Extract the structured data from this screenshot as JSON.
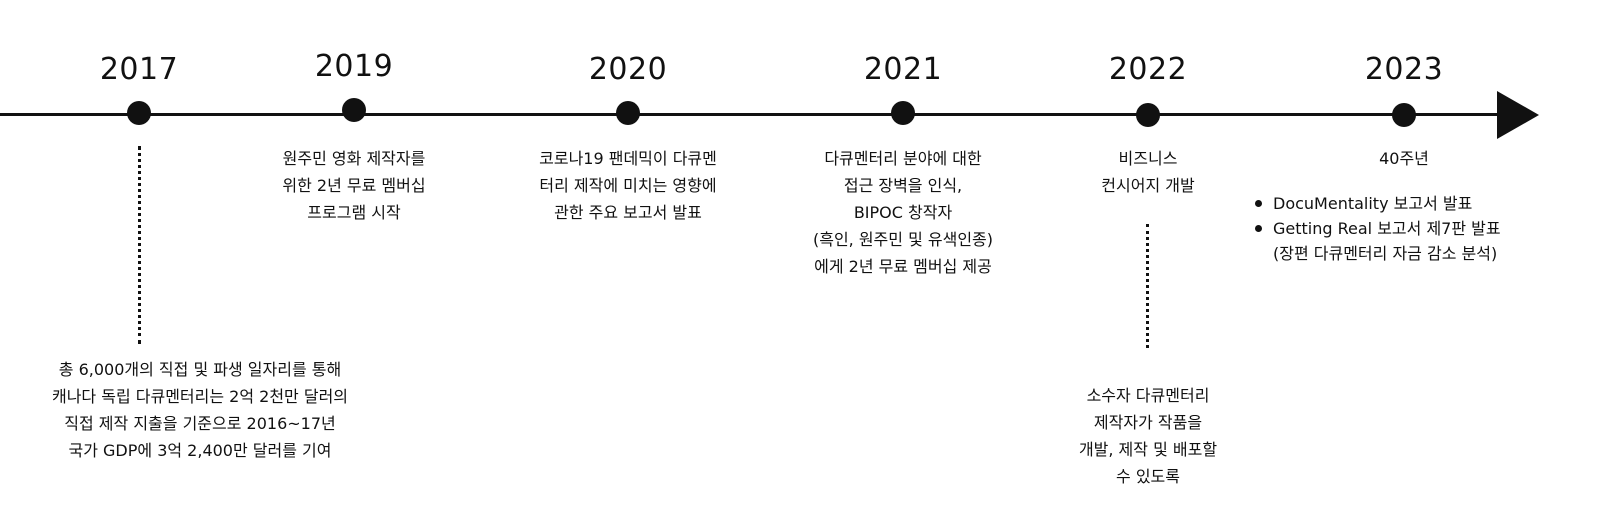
{
  "timeline": {
    "years": {
      "y2017": "2017",
      "y2019": "2019",
      "y2020": "2020",
      "y2021": "2021",
      "y2022": "2022",
      "y2023": "2023"
    },
    "e2017": [
      "총 6,000개의 직접 및 파생 일자리를 통해",
      "캐나다 독립 다큐멘터리는 2억 2천만 달러의",
      "직접 제작 지출을 기준으로 2016~17년",
      "국가 GDP에 3억 2,400만 달러를 기여"
    ],
    "e2019": [
      "원주민 영화 제작자를",
      "위한 2년 무료 멤버십",
      "프로그램 시작"
    ],
    "e2020": [
      "코로나19 팬데믹이 다큐멘",
      "터리 제작에 미치는 영향에",
      "관한 주요 보고서 발표"
    ],
    "e2021": [
      "다큐멘터리 분야에 대한",
      "접근 장벽을 인식,",
      "BIPOC 창작자",
      "(흑인, 원주민 및 유색인종)",
      "에게 2년 무료 멤버십 제공"
    ],
    "e2022_top": [
      "비즈니스",
      "컨시어지 개발"
    ],
    "e2022_bottom": [
      "소수자 다큐멘터리",
      "제작자가 작품을",
      "개발, 제작 및 배포할",
      "수 있도록"
    ],
    "e2023_title": "40주년",
    "e2023_bullets": [
      "DocuMentality 보고서 발표",
      "Getting Real 보고서 제7판 발표"
    ],
    "e2023_sub": "(장편 다큐멘터리 자금 감소 분석)"
  }
}
